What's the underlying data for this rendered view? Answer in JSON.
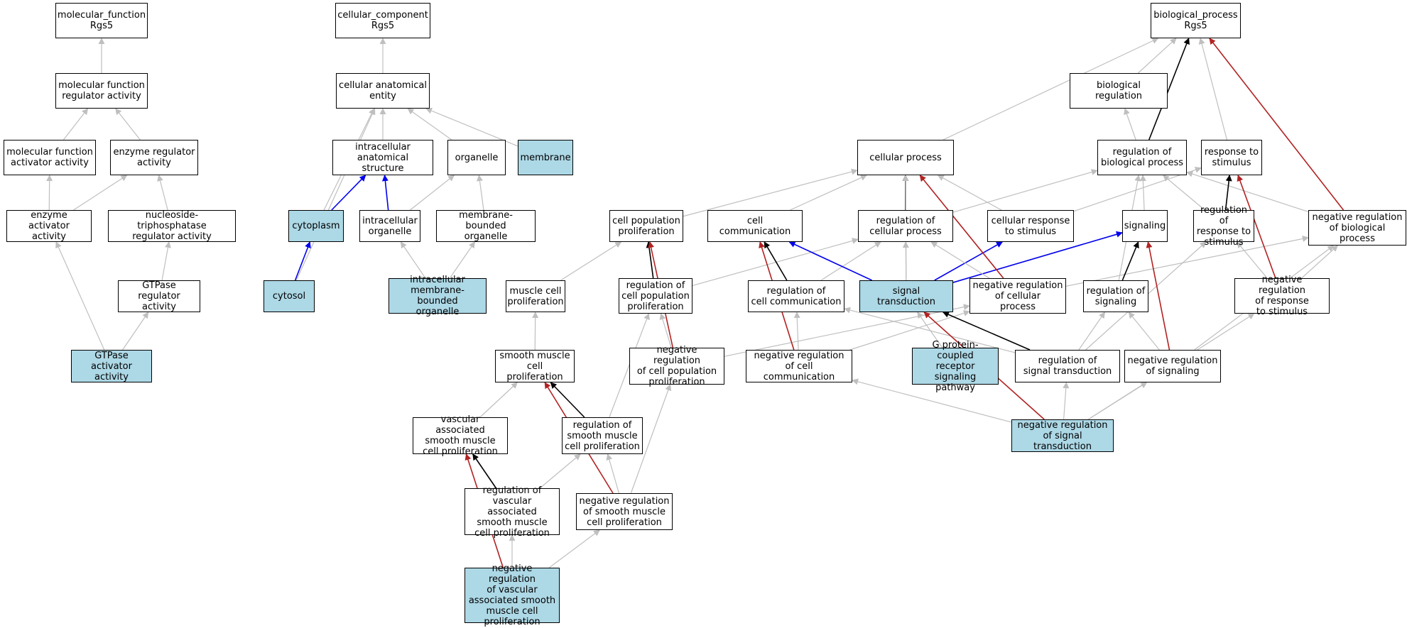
{
  "colors": {
    "is_a": "#bfbfbf",
    "part_of": "#0000ee",
    "regulates": "#000000",
    "negatively_regulates": "#b22222",
    "highlight_fill": "#add8e6"
  },
  "nodes": [
    {
      "id": "mf_root",
      "label": "molecular_function\nRgs5"
    },
    {
      "id": "mf_reg",
      "label": "molecular function\nregulator activity"
    },
    {
      "id": "mf_act",
      "label": "molecular function\nactivator activity"
    },
    {
      "id": "enz_reg",
      "label": "enzyme regulator\nactivity"
    },
    {
      "id": "enz_act",
      "label": "enzyme activator\nactivity"
    },
    {
      "id": "ntp_reg",
      "label": "nucleoside-triphosphatase\nregulator activity"
    },
    {
      "id": "gtp_reg",
      "label": "GTPase regulator\nactivity"
    },
    {
      "id": "gtp_act",
      "label": "GTPase activator\nactivity",
      "highlight": true
    },
    {
      "id": "cc_root",
      "label": "cellular_component\nRgs5"
    },
    {
      "id": "cae",
      "label": "cellular anatomical\nentity"
    },
    {
      "id": "ias",
      "label": "intracellular\nanatomical structure"
    },
    {
      "id": "org",
      "label": "organelle"
    },
    {
      "id": "mem",
      "label": "membrane",
      "highlight": true
    },
    {
      "id": "cyto",
      "label": "cytoplasm",
      "highlight": true
    },
    {
      "id": "ic_org",
      "label": "intracellular\norganelle"
    },
    {
      "id": "mb_org",
      "label": "membrane-bounded\norganelle"
    },
    {
      "id": "cytosol",
      "label": "cytosol",
      "highlight": true
    },
    {
      "id": "imb_org",
      "label": "intracellular\nmembrane-bounded\norganelle",
      "highlight": true
    },
    {
      "id": "bp_root",
      "label": "biological_process\nRgs5"
    },
    {
      "id": "bio_reg",
      "label": "biological regulation"
    },
    {
      "id": "cell_proc",
      "label": "cellular process"
    },
    {
      "id": "reg_bp",
      "label": "regulation of\nbiological process"
    },
    {
      "id": "resp_stim",
      "label": "response to\nstimulus"
    },
    {
      "id": "cpp",
      "label": "cell population\nproliferation"
    },
    {
      "id": "cell_comm",
      "label": "cell communication"
    },
    {
      "id": "reg_cp",
      "label": "regulation of\ncellular process"
    },
    {
      "id": "cell_resp",
      "label": "cellular response\nto stimulus"
    },
    {
      "id": "signaling",
      "label": "signaling"
    },
    {
      "id": "reg_resp",
      "label": "regulation of\nresponse to\nstimulus"
    },
    {
      "id": "neg_bp",
      "label": "negative regulation\nof biological\nprocess"
    },
    {
      "id": "mcp",
      "label": "muscle cell\nproliferation"
    },
    {
      "id": "reg_cpp",
      "label": "regulation of\ncell population\nproliferation"
    },
    {
      "id": "reg_cc",
      "label": "regulation of\ncell communication"
    },
    {
      "id": "sig_trans",
      "label": "signal transduction",
      "highlight": true
    },
    {
      "id": "neg_cp",
      "label": "negative regulation\nof cellular\nprocess"
    },
    {
      "id": "reg_sig",
      "label": "regulation of\nsignaling"
    },
    {
      "id": "neg_resp",
      "label": "negative regulation\nof response\nto stimulus"
    },
    {
      "id": "smcp",
      "label": "smooth muscle\ncell proliferation"
    },
    {
      "id": "neg_cpp",
      "label": "negative regulation\nof cell population\nproliferation"
    },
    {
      "id": "neg_cc",
      "label": "negative regulation\nof cell communication"
    },
    {
      "id": "gpcr",
      "label": "G protein-coupled\nreceptor signaling\npathway",
      "highlight": true
    },
    {
      "id": "reg_st",
      "label": "regulation of\nsignal transduction"
    },
    {
      "id": "neg_sig",
      "label": "negative regulation\nof signaling"
    },
    {
      "id": "vasmcp",
      "label": "vascular associated\nsmooth muscle\ncell proliferation"
    },
    {
      "id": "reg_smcp",
      "label": "regulation of\nsmooth muscle\ncell proliferation"
    },
    {
      "id": "neg_st",
      "label": "negative regulation\nof signal transduction",
      "highlight": true
    },
    {
      "id": "reg_vasmcp",
      "label": "regulation of\nvascular associated\nsmooth muscle\ncell proliferation"
    },
    {
      "id": "neg_smcp",
      "label": "negative regulation\nof smooth muscle\ncell proliferation"
    },
    {
      "id": "neg_vasmcp",
      "label": "negative regulation\nof vascular\nassociated smooth\nmuscle cell\nproliferation",
      "highlight": true
    }
  ],
  "edges": [
    {
      "from": "mf_reg",
      "to": "mf_root",
      "type": "is_a"
    },
    {
      "from": "mf_act",
      "to": "mf_reg",
      "type": "is_a"
    },
    {
      "from": "enz_reg",
      "to": "mf_reg",
      "type": "is_a"
    },
    {
      "from": "enz_act",
      "to": "mf_act",
      "type": "is_a"
    },
    {
      "from": "enz_act",
      "to": "enz_reg",
      "type": "is_a"
    },
    {
      "from": "ntp_reg",
      "to": "enz_reg",
      "type": "is_a"
    },
    {
      "from": "gtp_reg",
      "to": "ntp_reg",
      "type": "is_a"
    },
    {
      "from": "gtp_act",
      "to": "enz_act",
      "type": "is_a"
    },
    {
      "from": "gtp_act",
      "to": "gtp_reg",
      "type": "is_a"
    },
    {
      "from": "cae",
      "to": "cc_root",
      "type": "is_a"
    },
    {
      "from": "ias",
      "to": "cae",
      "type": "is_a"
    },
    {
      "from": "org",
      "to": "cae",
      "type": "is_a"
    },
    {
      "from": "mem",
      "to": "cae",
      "type": "is_a"
    },
    {
      "from": "cyto",
      "to": "cae",
      "type": "is_a"
    },
    {
      "from": "cyto",
      "to": "ias",
      "type": "part_of"
    },
    {
      "from": "ic_org",
      "to": "ias",
      "type": "part_of"
    },
    {
      "from": "ic_org",
      "to": "org",
      "type": "is_a"
    },
    {
      "from": "mb_org",
      "to": "org",
      "type": "is_a"
    },
    {
      "from": "cytosol",
      "to": "cae",
      "type": "is_a"
    },
    {
      "from": "cytosol",
      "to": "cyto",
      "type": "part_of"
    },
    {
      "from": "imb_org",
      "to": "ic_org",
      "type": "is_a"
    },
    {
      "from": "imb_org",
      "to": "mb_org",
      "type": "is_a"
    },
    {
      "from": "bio_reg",
      "to": "bp_root",
      "type": "is_a"
    },
    {
      "from": "cell_proc",
      "to": "bp_root",
      "type": "is_a"
    },
    {
      "from": "reg_bp",
      "to": "bio_reg",
      "type": "is_a"
    },
    {
      "from": "reg_bp",
      "to": "bp_root",
      "type": "regulates"
    },
    {
      "from": "resp_stim",
      "to": "bp_root",
      "type": "is_a"
    },
    {
      "from": "neg_bp",
      "to": "bp_root",
      "type": "negatively_regulates"
    },
    {
      "from": "neg_bp",
      "to": "reg_bp",
      "type": "is_a"
    },
    {
      "from": "cpp",
      "to": "cell_proc",
      "type": "is_a"
    },
    {
      "from": "cell_comm",
      "to": "cell_proc",
      "type": "is_a"
    },
    {
      "from": "reg_cp",
      "to": "cell_proc",
      "type": "regulates"
    },
    {
      "from": "reg_cp",
      "to": "reg_bp",
      "type": "is_a"
    },
    {
      "from": "cell_resp",
      "to": "cell_proc",
      "type": "is_a"
    },
    {
      "from": "cell_resp",
      "to": "resp_stim",
      "type": "is_a"
    },
    {
      "from": "signaling",
      "to": "reg_bp",
      "type": "is_a"
    },
    {
      "from": "reg_resp",
      "to": "reg_bp",
      "type": "is_a"
    },
    {
      "from": "reg_resp",
      "to": "resp_stim",
      "type": "regulates"
    },
    {
      "from": "mcp",
      "to": "cpp",
      "type": "is_a"
    },
    {
      "from": "reg_cpp",
      "to": "cpp",
      "type": "regulates"
    },
    {
      "from": "reg_cpp",
      "to": "reg_cp",
      "type": "is_a"
    },
    {
      "from": "reg_cc",
      "to": "cell_comm",
      "type": "regulates"
    },
    {
      "from": "reg_cc",
      "to": "reg_cp",
      "type": "is_a"
    },
    {
      "from": "sig_trans",
      "to": "cell_proc",
      "type": "is_a"
    },
    {
      "from": "sig_trans",
      "to": "cell_comm",
      "type": "part_of"
    },
    {
      "from": "sig_trans",
      "to": "reg_cp",
      "type": "is_a"
    },
    {
      "from": "sig_trans",
      "to": "cell_resp",
      "type": "part_of"
    },
    {
      "from": "sig_trans",
      "to": "signaling",
      "type": "part_of"
    },
    {
      "from": "neg_cp",
      "to": "cell_proc",
      "type": "negatively_regulates"
    },
    {
      "from": "neg_cp",
      "to": "reg_cp",
      "type": "is_a"
    },
    {
      "from": "neg_cp",
      "to": "neg_bp",
      "type": "is_a"
    },
    {
      "from": "reg_sig",
      "to": "reg_bp",
      "type": "is_a"
    },
    {
      "from": "reg_sig",
      "to": "signaling",
      "type": "regulates"
    },
    {
      "from": "neg_resp",
      "to": "resp_stim",
      "type": "negatively_regulates"
    },
    {
      "from": "neg_resp",
      "to": "reg_resp",
      "type": "is_a"
    },
    {
      "from": "neg_resp",
      "to": "neg_bp",
      "type": "is_a"
    },
    {
      "from": "smcp",
      "to": "mcp",
      "type": "is_a"
    },
    {
      "from": "neg_cpp",
      "to": "cpp",
      "type": "negatively_regulates"
    },
    {
      "from": "neg_cpp",
      "to": "reg_cpp",
      "type": "is_a"
    },
    {
      "from": "neg_cpp",
      "to": "neg_cp",
      "type": "is_a"
    },
    {
      "from": "neg_cc",
      "to": "cell_comm",
      "type": "negatively_regulates"
    },
    {
      "from": "neg_cc",
      "to": "reg_cc",
      "type": "is_a"
    },
    {
      "from": "neg_cc",
      "to": "neg_cp",
      "type": "is_a"
    },
    {
      "from": "gpcr",
      "to": "sig_trans",
      "type": "is_a"
    },
    {
      "from": "reg_st",
      "to": "reg_cc",
      "type": "is_a"
    },
    {
      "from": "reg_st",
      "to": "sig_trans",
      "type": "regulates"
    },
    {
      "from": "reg_st",
      "to": "reg_sig",
      "type": "is_a"
    },
    {
      "from": "reg_st",
      "to": "reg_resp",
      "type": "is_a"
    },
    {
      "from": "neg_sig",
      "to": "signaling",
      "type": "negatively_regulates"
    },
    {
      "from": "neg_sig",
      "to": "reg_sig",
      "type": "is_a"
    },
    {
      "from": "neg_sig",
      "to": "neg_bp",
      "type": "is_a"
    },
    {
      "from": "vasmcp",
      "to": "smcp",
      "type": "is_a"
    },
    {
      "from": "reg_smcp",
      "to": "smcp",
      "type": "regulates"
    },
    {
      "from": "reg_smcp",
      "to": "reg_cpp",
      "type": "is_a"
    },
    {
      "from": "neg_st",
      "to": "sig_trans",
      "type": "negatively_regulates"
    },
    {
      "from": "neg_st",
      "to": "neg_cc",
      "type": "is_a"
    },
    {
      "from": "neg_st",
      "to": "reg_st",
      "type": "is_a"
    },
    {
      "from": "neg_st",
      "to": "neg_sig",
      "type": "is_a"
    },
    {
      "from": "neg_st",
      "to": "neg_resp",
      "type": "is_a"
    },
    {
      "from": "reg_vasmcp",
      "to": "vasmcp",
      "type": "regulates"
    },
    {
      "from": "reg_vasmcp",
      "to": "reg_smcp",
      "type": "is_a"
    },
    {
      "from": "neg_smcp",
      "to": "smcp",
      "type": "negatively_regulates"
    },
    {
      "from": "neg_smcp",
      "to": "reg_smcp",
      "type": "is_a"
    },
    {
      "from": "neg_smcp",
      "to": "neg_cpp",
      "type": "is_a"
    },
    {
      "from": "neg_vasmcp",
      "to": "vasmcp",
      "type": "negatively_regulates"
    },
    {
      "from": "neg_vasmcp",
      "to": "reg_vasmcp",
      "type": "is_a"
    },
    {
      "from": "neg_vasmcp",
      "to": "neg_smcp",
      "type": "is_a"
    }
  ]
}
